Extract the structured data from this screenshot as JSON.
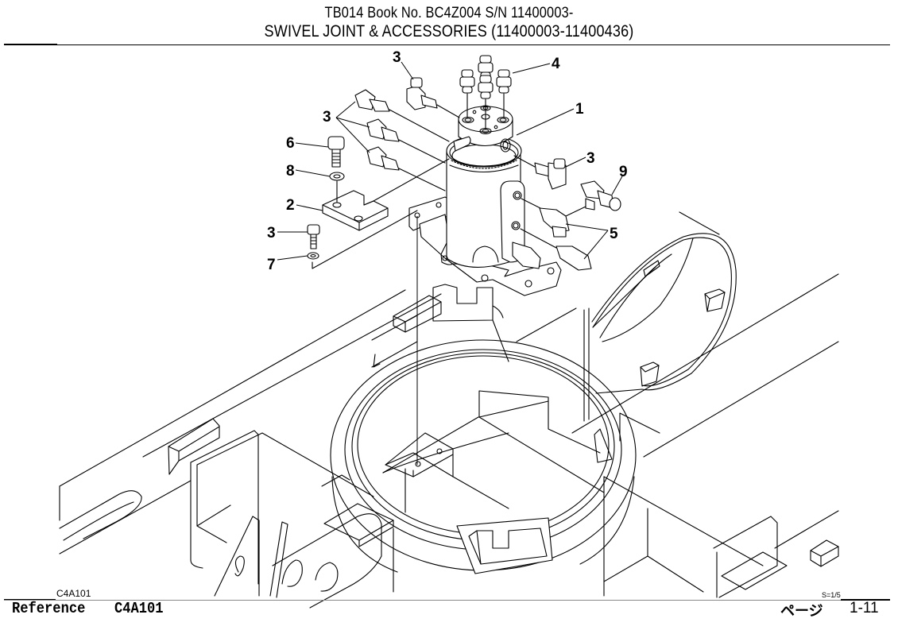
{
  "header": {
    "line1": "TB014  Book No. BC4Z004  S/N 11400003-",
    "line2": "SWIVEL JOINT & ACCESSORIES (11400003-11400436)"
  },
  "diagram": {
    "callouts": [
      {
        "id": "c3a",
        "label": "3"
      },
      {
        "id": "c4",
        "label": "4"
      },
      {
        "id": "c1",
        "label": "1"
      },
      {
        "id": "c3b",
        "label": "3"
      },
      {
        "id": "c6",
        "label": "6"
      },
      {
        "id": "c8",
        "label": "8"
      },
      {
        "id": "c3c",
        "label": "3"
      },
      {
        "id": "c9",
        "label": "9"
      },
      {
        "id": "c2",
        "label": "2"
      },
      {
        "id": "c5",
        "label": "5"
      },
      {
        "id": "c3d",
        "label": "3"
      },
      {
        "id": "c7",
        "label": "7"
      }
    ],
    "figure_code": "C4A101",
    "scale": "S=1/5"
  },
  "footer": {
    "reference_label": "Reference",
    "reference_code": "C4A101",
    "page_label": "ページ",
    "page_number": "1-11"
  }
}
